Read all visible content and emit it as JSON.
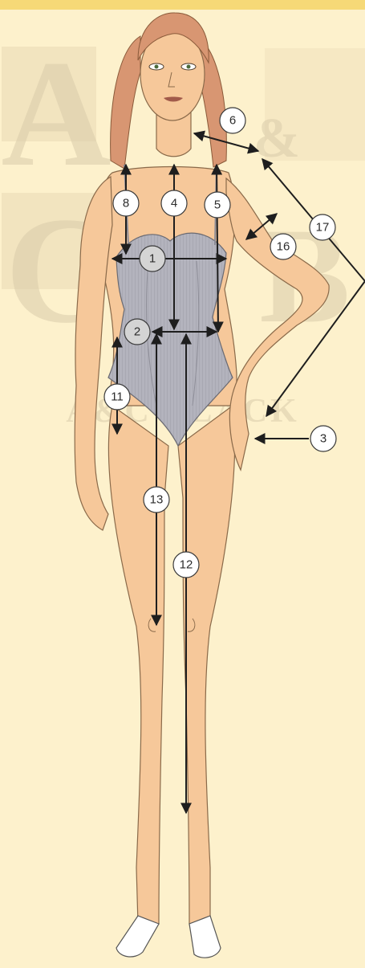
{
  "watermark": {
    "monogram_top": "A",
    "monogram_amp": "&",
    "monogram_bottom": "C",
    "monogram_bottom_letter": "B",
    "wordmark": "A&C BLACK"
  },
  "colors": {
    "background": "#fdf1cc",
    "top_band": "#f6d977",
    "skin": "#f6c89a",
    "skin_outline": "#8a6a4a",
    "hair": "#d89672",
    "swimsuit": "#b3b3bd",
    "arrow": "#1e1e1e",
    "marker_fill_white": "#ffffff",
    "marker_fill_gray": "#d4d4d4"
  },
  "markers": [
    {
      "id": "1",
      "label": "1",
      "style": "gray"
    },
    {
      "id": "2",
      "label": "2",
      "style": "gray"
    },
    {
      "id": "3",
      "label": "3",
      "style": "white"
    },
    {
      "id": "4",
      "label": "4",
      "style": "white"
    },
    {
      "id": "5",
      "label": "5",
      "style": "white"
    },
    {
      "id": "6",
      "label": "6",
      "style": "white"
    },
    {
      "id": "8",
      "label": "8",
      "style": "white"
    },
    {
      "id": "11",
      "label": "11",
      "style": "white"
    },
    {
      "id": "12",
      "label": "12",
      "style": "white"
    },
    {
      "id": "13",
      "label": "13",
      "style": "white"
    },
    {
      "id": "16",
      "label": "16",
      "style": "white"
    },
    {
      "id": "17",
      "label": "17",
      "style": "white"
    }
  ]
}
